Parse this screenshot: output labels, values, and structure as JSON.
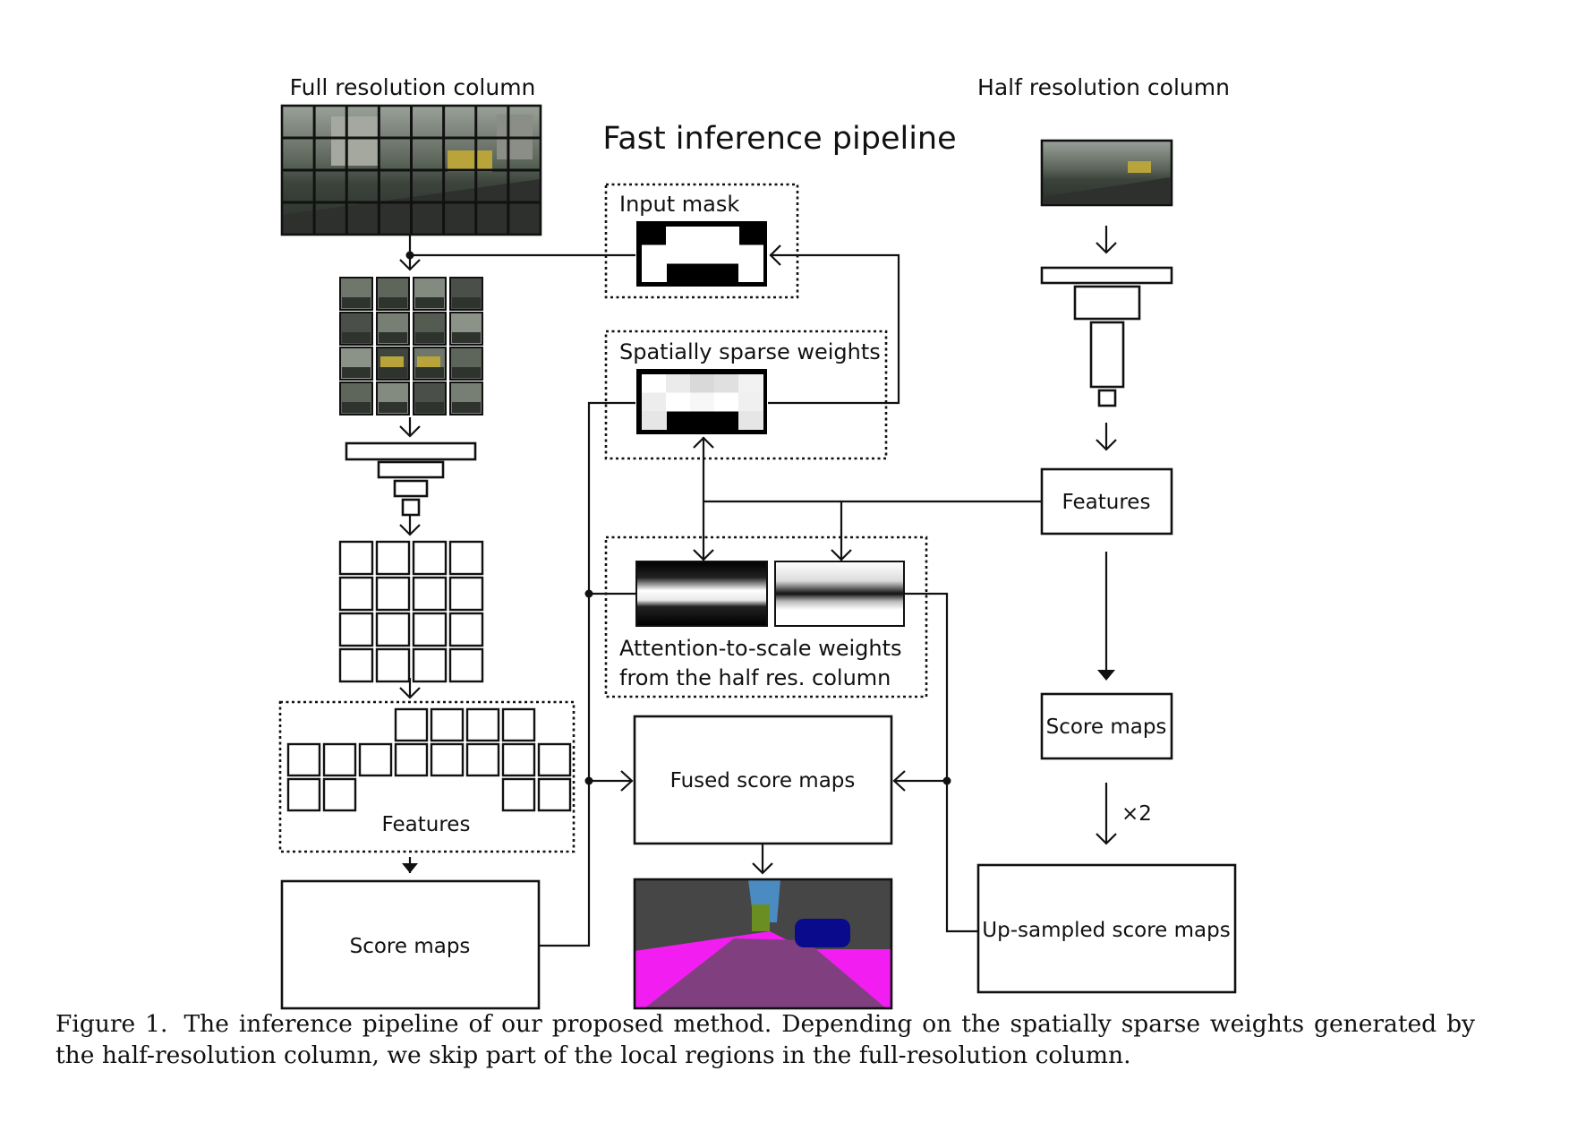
{
  "figure": {
    "pipeline_title": "Fast inference pipeline",
    "full_res_column_title": "Full resolution column",
    "half_res_column_title": "Half resolution column",
    "input_mask_label": "Input mask",
    "sparse_weights_label": "Spatially sparse weights",
    "attention_label_line1": "Attention-to-scale weights",
    "attention_label_line2": "from the half res. column",
    "features_left_label": "Features",
    "features_right_label": "Features",
    "score_maps_left_label": "Score maps",
    "score_maps_right_label": "Score maps",
    "fused_label": "Fused score maps",
    "upsample_factor": "×2",
    "upsampled_label": "Up-sampled score maps",
    "input_mask_grid": [
      [
        0,
        1,
        1,
        1,
        0
      ],
      [
        1,
        1,
        1,
        1,
        1
      ],
      [
        1,
        0,
        0,
        0,
        1
      ]
    ],
    "sparse_weight_grid": [
      [
        1,
        0.92,
        0.85,
        0.88,
        0.95
      ],
      [
        0.93,
        1,
        0.97,
        1,
        0.94
      ],
      [
        0.9,
        0,
        0,
        0,
        0.9
      ]
    ]
  },
  "caption": {
    "label": "Figure 1.",
    "text": "The inference pipeline of our proposed method. Depending on the spatially sparse weights generated by the half-resolution column, we skip part of the local regions in the full-resolution column."
  },
  "colors": {
    "segmentation_road": "#80407f",
    "segmentation_sidewalk": "#f21ef1",
    "segmentation_building": "#464646",
    "segmentation_car": "#0a0a8c",
    "segmentation_sky": "#4a8bc2",
    "segmentation_vegetation": "#6b8e23"
  }
}
